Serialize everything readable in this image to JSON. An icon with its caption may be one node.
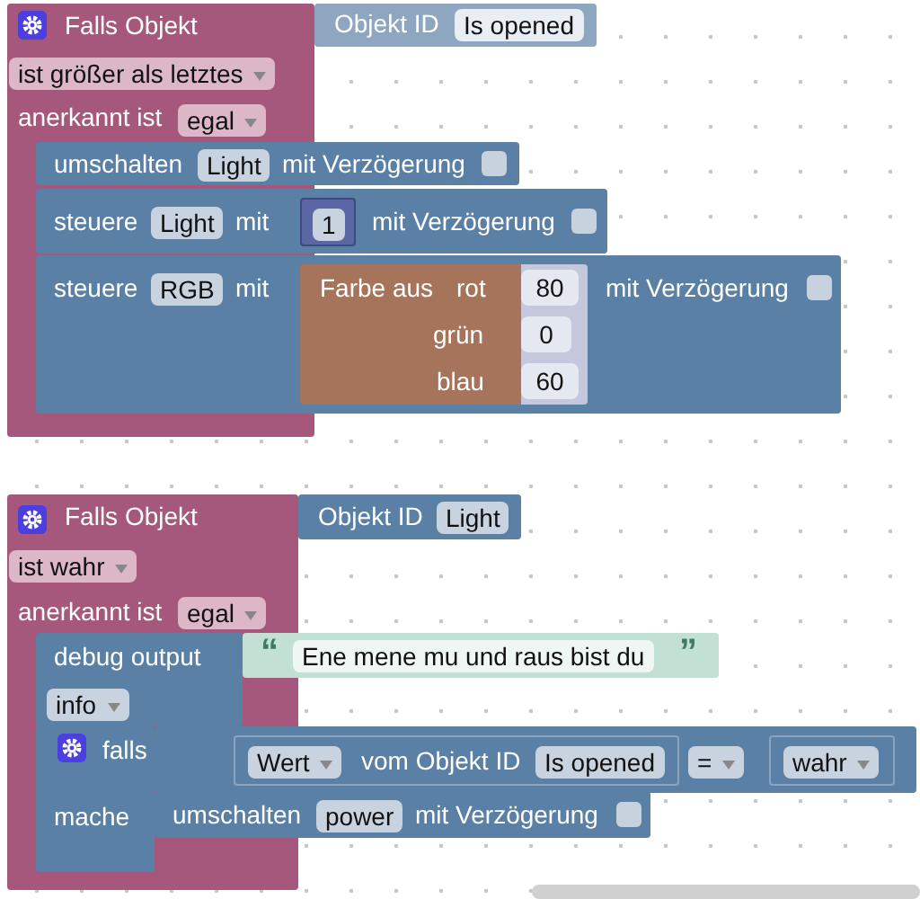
{
  "diagram": {
    "nodes": [
      {
        "text": [
          "Falls Objekt",
          "ist größer als letztes",
          "anerkannt ist",
          "egal"
        ]
      },
      {
        "text": [
          "Objekt ID",
          "Is opened"
        ]
      },
      {
        "text": [
          "umschalten",
          "Light",
          "mit Verzögerung"
        ]
      },
      {
        "text": [
          "steuere",
          "Light",
          "mit",
          "mit Verzögerung"
        ]
      },
      {
        "text": [
          "1"
        ],
        "in": 3
      },
      {
        "text": [
          "steuere",
          "RGB",
          "mit",
          "mit Verzögerung"
        ]
      },
      {
        "text": [
          "Farbe aus",
          "rot",
          "grün",
          "blau"
        ],
        "in": 5
      },
      {
        "text": [
          "80"
        ],
        "in": 6
      },
      {
        "text": [
          "0"
        ],
        "in": 6
      },
      {
        "text": [
          "60"
        ],
        "in": 6
      },
      {
        "text": [
          "Falls Objekt",
          "ist wahr",
          "anerkannt ist",
          "egal"
        ]
      },
      {
        "text": [
          "Objekt ID",
          "Light"
        ]
      },
      {
        "text": [
          "debug output",
          "info"
        ],
        "in": 10
      },
      {
        "text": [
          "“",
          "Ene mene mu und raus bist du",
          "”"
        ]
      },
      {
        "text": [
          "falls",
          "mache"
        ],
        "in": 10
      },
      {
        "text": [
          "="
        ]
      },
      {
        "text": [
          "Wert",
          "vom Objekt ID",
          "Is opened"
        ],
        "in": 15
      },
      {
        "text": [
          "wahr"
        ],
        "in": 15
      },
      {
        "text": [
          "umschalten",
          "power",
          "mit Verzögerung"
        ]
      }
    ]
  }
}
